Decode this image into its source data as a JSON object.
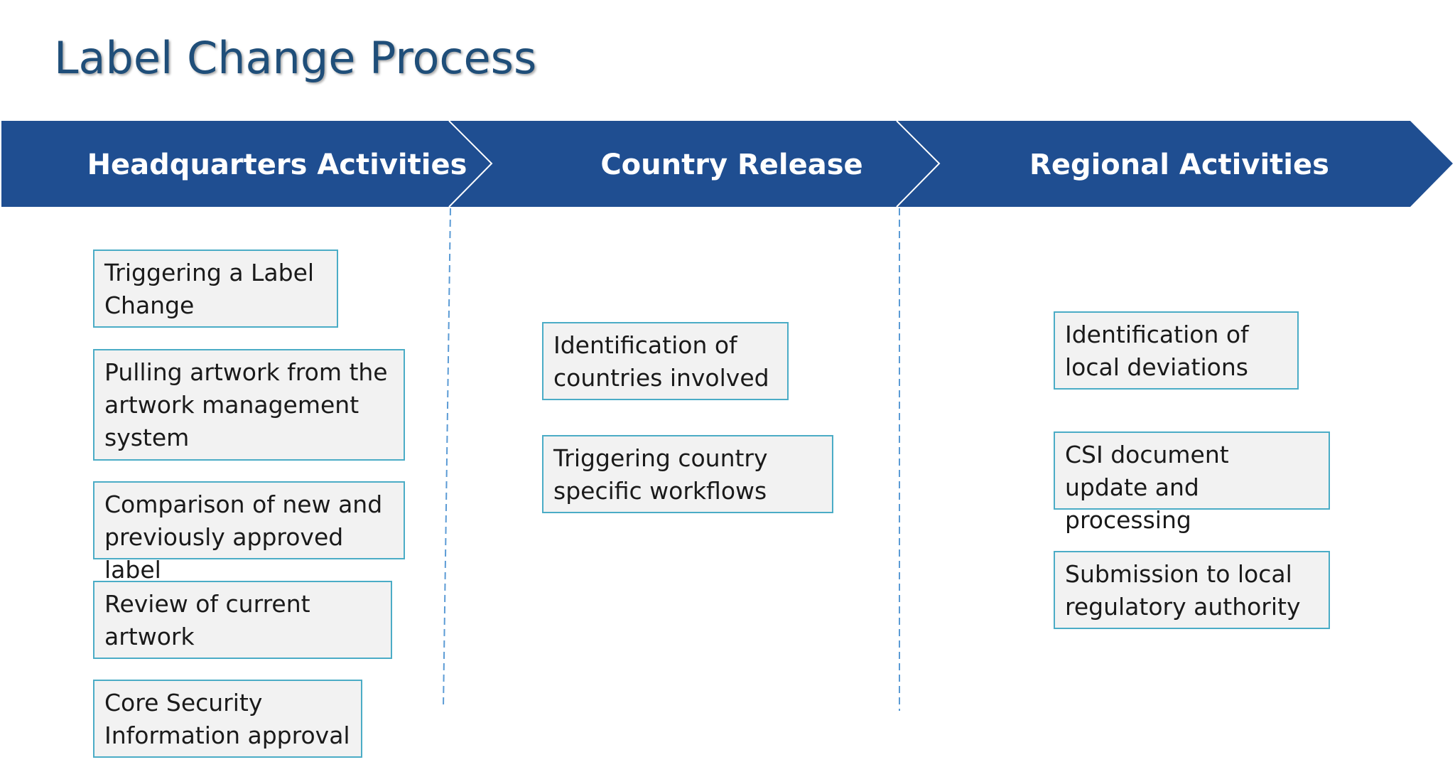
{
  "title": "Label Change Process",
  "colors": {
    "title": "#1f4e79",
    "banner": "#1f4e91",
    "box_fill": "#f2f2f2",
    "box_border": "#4bacc6",
    "divider": "#5b9bd5"
  },
  "phases": [
    {
      "label": "Headquarters Activities",
      "steps": [
        "Triggering a Label Change",
        "Pulling artwork from the artwork management system",
        "Comparison of new and previously approved label",
        "Review of current artwork",
        "Core Security Information approval"
      ]
    },
    {
      "label": "Country Release",
      "steps": [
        "Identification of countries involved",
        "Triggering country specific workflows"
      ]
    },
    {
      "label": "Regional Activities",
      "steps": [
        "Identification of local deviations",
        "CSI document update and processing",
        "Submission to local regulatory authority"
      ]
    }
  ]
}
